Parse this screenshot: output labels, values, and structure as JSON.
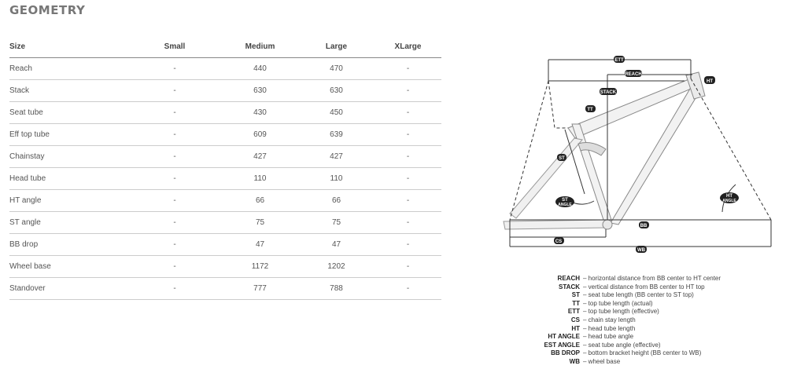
{
  "title": "GEOMETRY",
  "table": {
    "headers": [
      "Size",
      "Small",
      "Medium",
      "Large",
      "XLarge"
    ],
    "rows": [
      {
        "label": "Reach",
        "small": "-",
        "medium": "440",
        "large": "470",
        "xlarge": "-"
      },
      {
        "label": "Stack",
        "small": "-",
        "medium": "630",
        "large": "630",
        "xlarge": "-"
      },
      {
        "label": "Seat tube",
        "small": "-",
        "medium": "430",
        "large": "450",
        "xlarge": "-"
      },
      {
        "label": "Eff top tube",
        "small": "-",
        "medium": "609",
        "large": "639",
        "xlarge": "-"
      },
      {
        "label": "Chainstay",
        "small": "-",
        "medium": "427",
        "large": "427",
        "xlarge": "-"
      },
      {
        "label": "Head tube",
        "small": "-",
        "medium": "110",
        "large": "110",
        "xlarge": "-"
      },
      {
        "label": "HT angle",
        "small": "-",
        "medium": "66",
        "large": "66",
        "xlarge": "-"
      },
      {
        "label": "ST angle",
        "small": "-",
        "medium": "75",
        "large": "75",
        "xlarge": "-"
      },
      {
        "label": "BB drop",
        "small": "-",
        "medium": "47",
        "large": "47",
        "xlarge": "-"
      },
      {
        "label": "Wheel base",
        "small": "-",
        "medium": "1172",
        "large": "1202",
        "xlarge": "-"
      },
      {
        "label": "Standover",
        "small": "-",
        "medium": "777",
        "large": "788",
        "xlarge": "-"
      }
    ]
  },
  "diagram": {
    "tags": {
      "ett": "ETT",
      "reach": "REACH",
      "ht": "HT",
      "stack": "STACK",
      "tt": "TT",
      "st": "ST",
      "st_angle_1": "ST",
      "st_angle_2": "ANGLE",
      "ht_angle_1": "HT",
      "ht_angle_2": "ANGLE",
      "bb": "BB",
      "cs": "CS",
      "wb": "WB"
    }
  },
  "legend": [
    {
      "key": "REACH",
      "desc": "– horizontal distance from BB center to HT center"
    },
    {
      "key": "STACK",
      "desc": "– vertical distance from BB center to HT top"
    },
    {
      "key": "ST",
      "desc": "– seat tube length (BB center to ST top)"
    },
    {
      "key": "TT",
      "desc": "– top tube length (actual)"
    },
    {
      "key": "ETT",
      "desc": "– top tube length (effective)"
    },
    {
      "key": "CS",
      "desc": "– chain stay length"
    },
    {
      "key": "HT",
      "desc": "– head tube length"
    },
    {
      "key": "HT ANGLE",
      "desc": "– head tube angle"
    },
    {
      "key": "EST ANGLE",
      "desc": "– seat tube angle (effective)"
    },
    {
      "key": "BB DROP",
      "desc": "– bottom bracket height (BB center to WB)"
    },
    {
      "key": "WB",
      "desc": "– wheel base"
    }
  ]
}
